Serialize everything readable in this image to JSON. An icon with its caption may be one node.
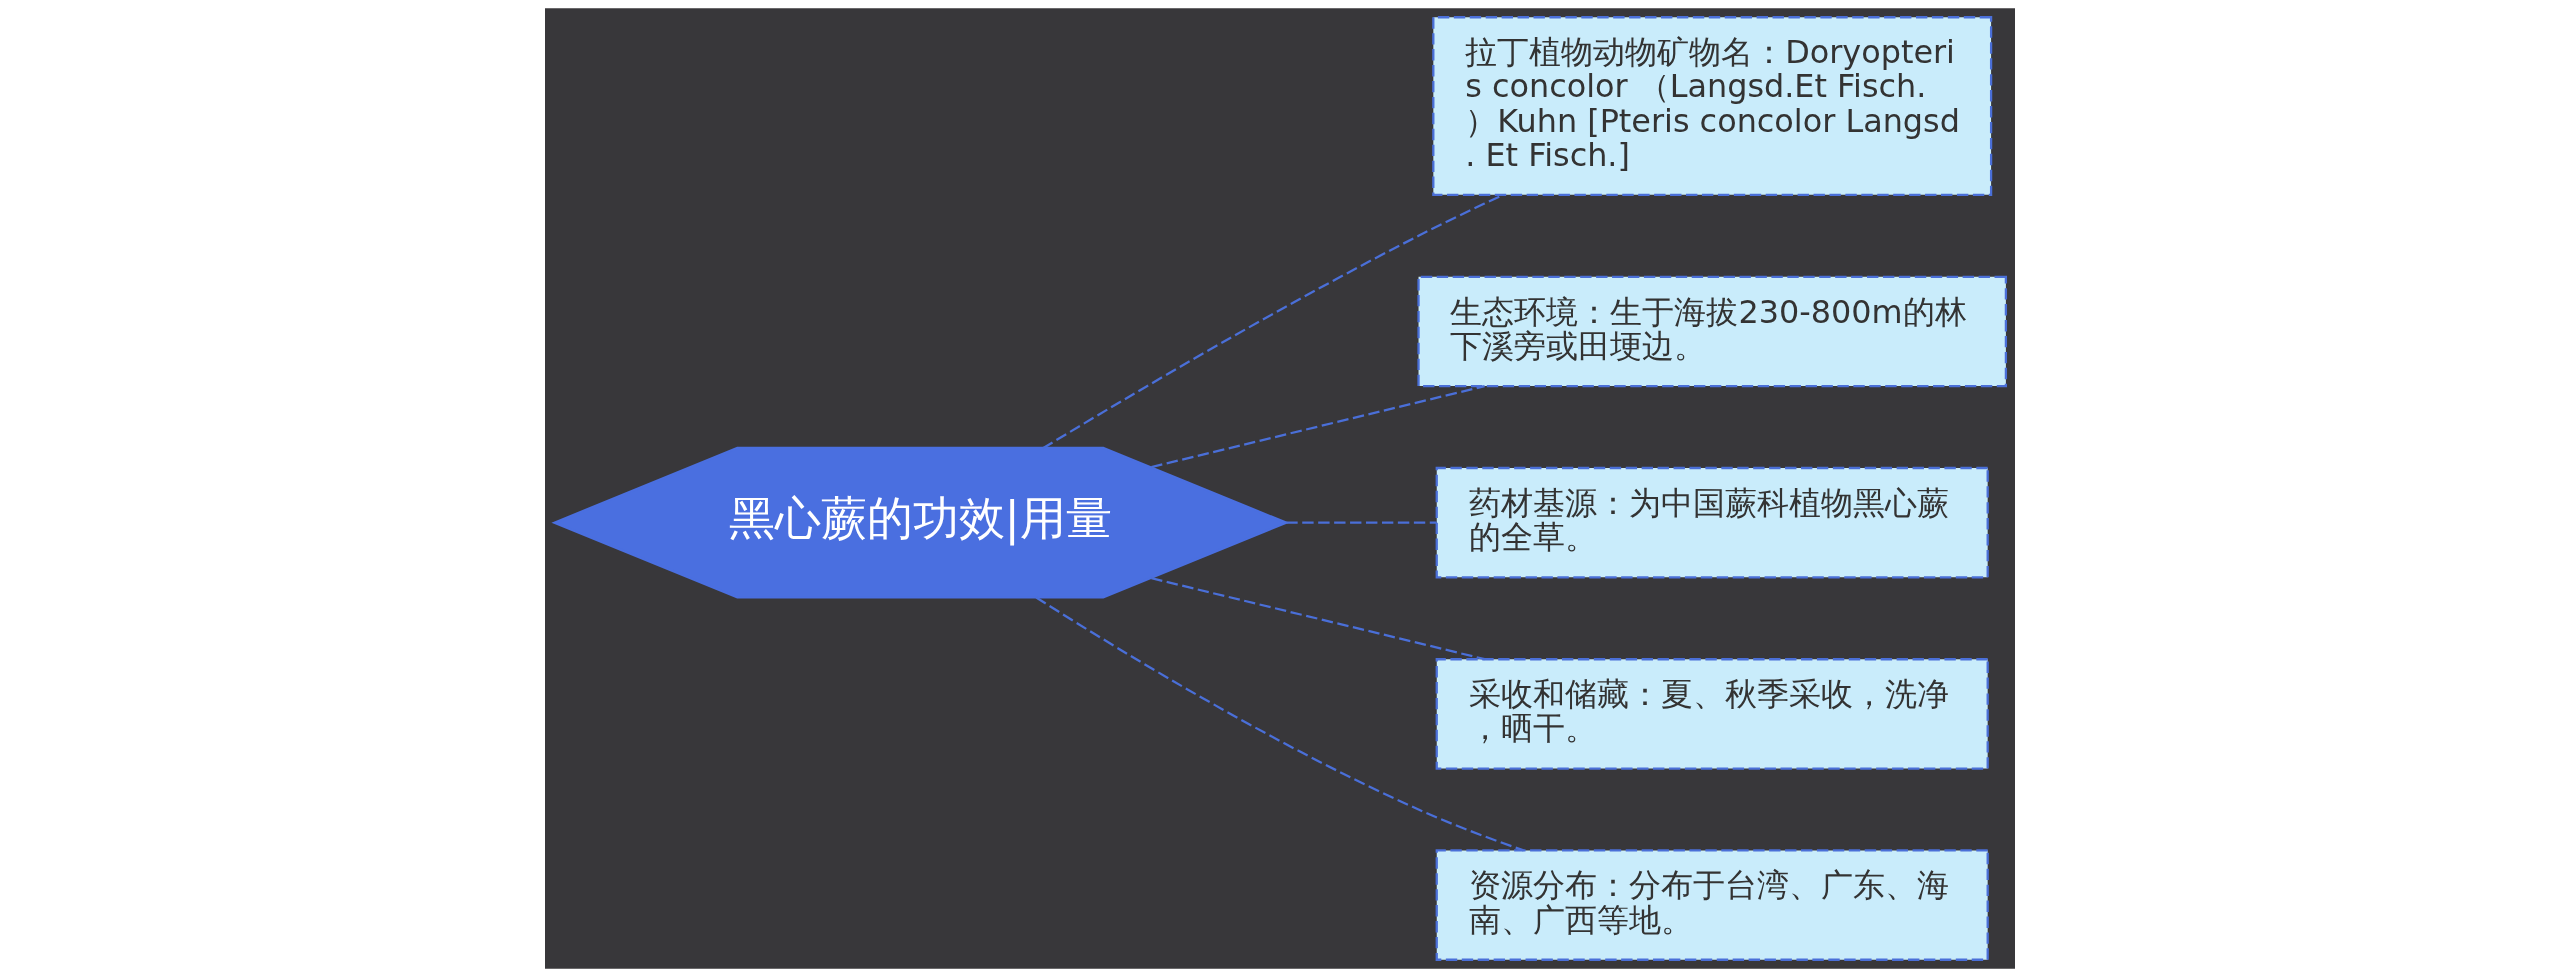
{
  "diagram": {
    "nodes": [
      {
        "text": [
          "黑心蕨的功效|用量"
        ]
      },
      {
        "text": [
          "拉丁植物动物矿物名：Doryopteris concolor （Langsd.Et Fisch.）Kuhn [Pteris concolor Langsd. Et Fisch.]"
        ]
      },
      {
        "text": [
          "生态环境：生于海拔230-800m的林下溪旁或田埂边。"
        ]
      },
      {
        "text": [
          "药材基源：为中国蕨科植物黑心蕨的全草。"
        ]
      },
      {
        "text": [
          "采收和储藏：夏、秋季采收，洗净，晒干。"
        ]
      },
      {
        "text": [
          "资源分布：分布于台湾、广东、海南、广西等地。"
        ]
      }
    ],
    "edges": [
      {
        "from": 0,
        "to": 1,
        "arrow": "none"
      },
      {
        "from": 0,
        "to": 2,
        "arrow": "none"
      },
      {
        "from": 0,
        "to": 3,
        "arrow": "none"
      },
      {
        "from": 0,
        "to": 4,
        "arrow": "none"
      },
      {
        "from": 0,
        "to": 5,
        "arrow": "none"
      }
    ]
  }
}
